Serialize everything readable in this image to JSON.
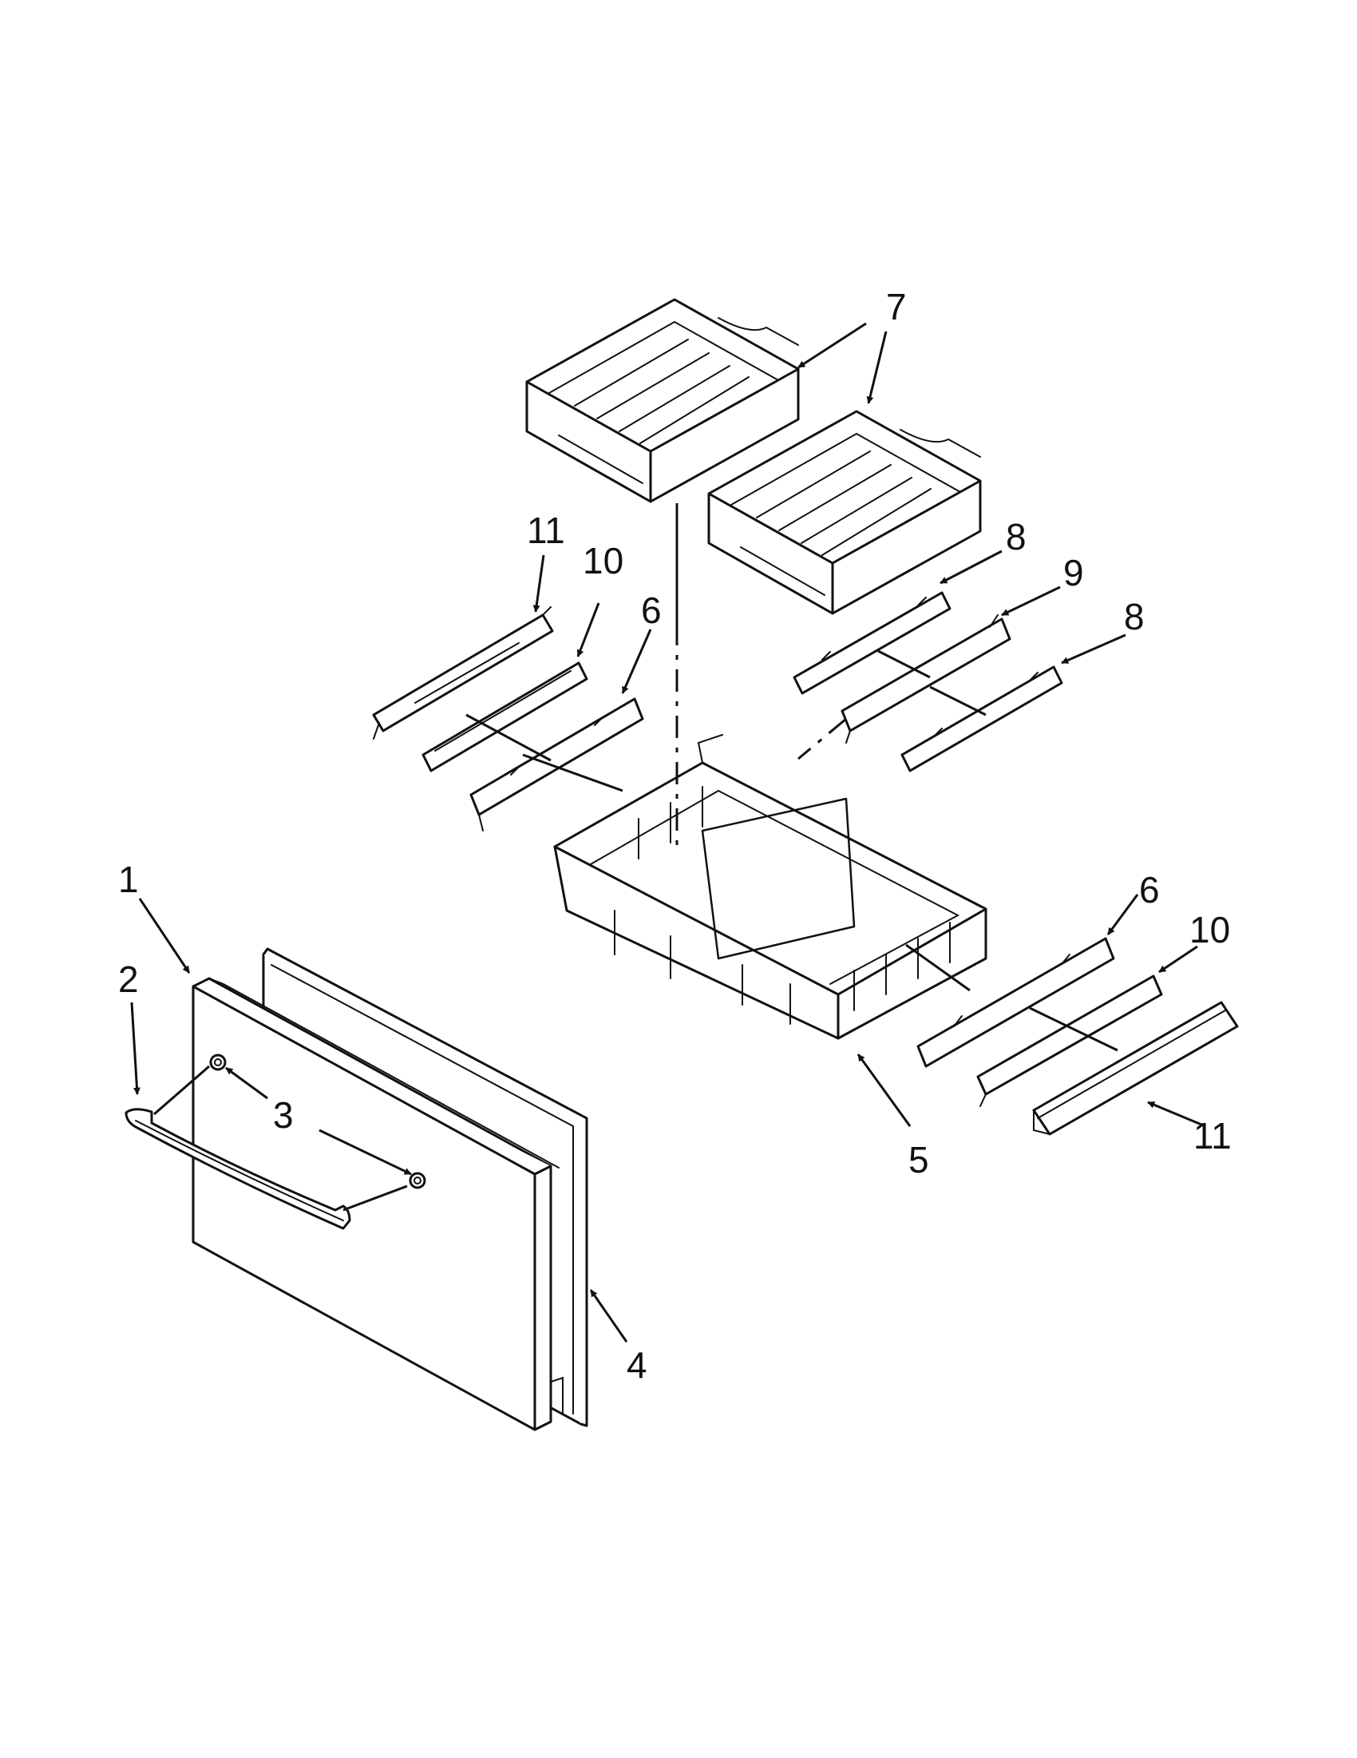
{
  "callouts": [
    {
      "id": "1",
      "label": "1",
      "target": "freezer-door"
    },
    {
      "id": "2",
      "label": "2",
      "target": "door-handle"
    },
    {
      "id": "3a",
      "label": "3",
      "target": "handle-screw"
    },
    {
      "id": "4",
      "label": "4",
      "target": "door-gasket"
    },
    {
      "id": "5",
      "label": "5",
      "target": "lower-freezer-basket"
    },
    {
      "id": "6a",
      "label": "6",
      "target": "slide-rail-left"
    },
    {
      "id": "6b",
      "label": "6",
      "target": "slide-rail-right"
    },
    {
      "id": "7",
      "label": "7",
      "target": "upper-baskets"
    },
    {
      "id": "8a",
      "label": "8",
      "target": "upper-rail"
    },
    {
      "id": "8b",
      "label": "8",
      "target": "upper-rail"
    },
    {
      "id": "9",
      "label": "9",
      "target": "center-rail"
    },
    {
      "id": "10a",
      "label": "10",
      "target": "rail-left"
    },
    {
      "id": "10b",
      "label": "10",
      "target": "rail-right"
    },
    {
      "id": "11a",
      "label": "11",
      "target": "rail-cover-left"
    },
    {
      "id": "11b",
      "label": "11",
      "target": "rail-cover-right"
    }
  ],
  "colors": {
    "line": "#111111",
    "background": "#ffffff"
  }
}
